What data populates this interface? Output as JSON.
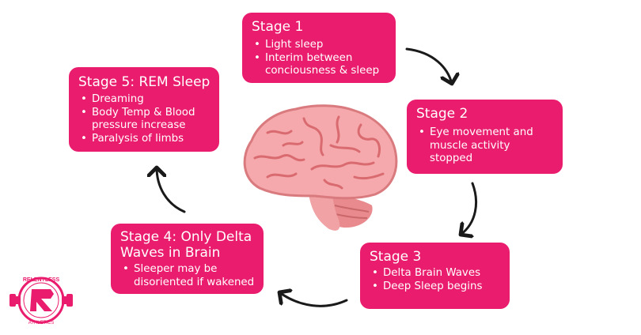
{
  "stages": [
    {
      "title": "Stage 1",
      "bullets": [
        "Light sleep",
        "Interim between conciousness & sleep"
      ]
    },
    {
      "title": "Stage 2",
      "bullets": [
        "Eye movement and muscle activity stopped"
      ]
    },
    {
      "title": "Stage 3",
      "bullets": [
        "Delta Brain Waves",
        "Deep Sleep begins"
      ]
    },
    {
      "title": "Stage 4: Only Delta Waves in Brain",
      "bullets": [
        "Sleeper may be disoriented if wakened"
      ]
    },
    {
      "title": "Stage 5: REM Sleep",
      "bullets": [
        "Dreaming",
        "Body Temp & Blood pressure increase",
        "Paralysis of limbs"
      ]
    }
  ],
  "logo": {
    "text": "RELENTLESS ATHLETICS",
    "letter": "R"
  },
  "colors": {
    "card": "#ea1c6d",
    "card_text": "#ffffff",
    "arrow": "#1a1a1a",
    "brain": "#f4a7aa",
    "brain_dark": "#e88c8f"
  },
  "icons": [
    "brain-illustration",
    "cycle-arrow-icon",
    "relentless-logo"
  ]
}
